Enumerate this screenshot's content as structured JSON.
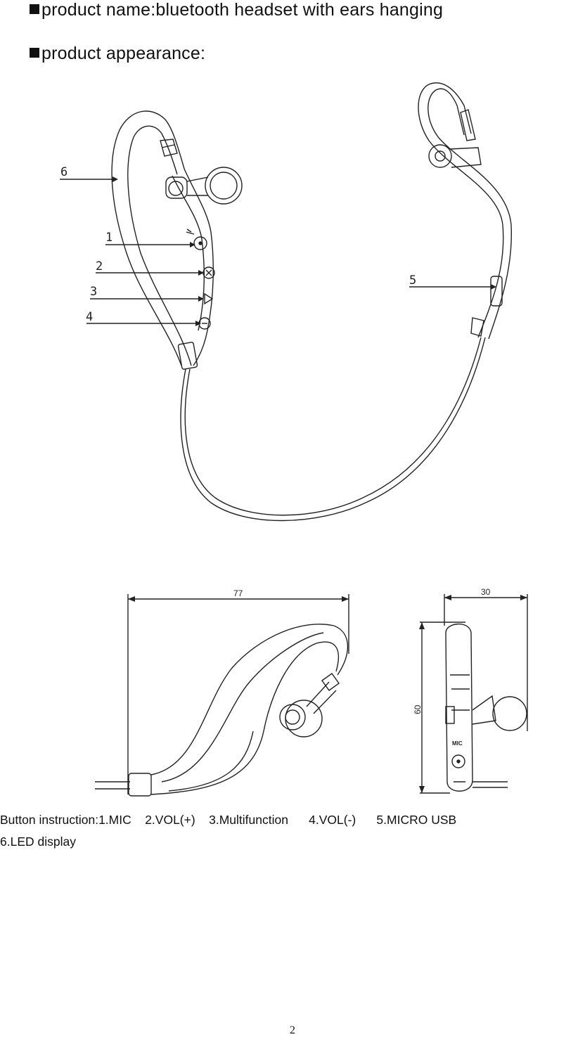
{
  "header": {
    "product_name": "product name:bluetooth headset with ears hanging",
    "product_appearance": "product appearance:"
  },
  "callouts": [
    "1",
    "2",
    "3",
    "4",
    "5",
    "6"
  ],
  "dimensions": {
    "width_top": "77",
    "width_side": "30",
    "height_side": "60"
  },
  "device_marks": {
    "mic": "MIC"
  },
  "caption": {
    "line1": "Button instruction:1.MIC    2.VOL(+)    3.Multifunction      4.VOL(-)      5.MICRO USB",
    "line2": "6.LED display"
  },
  "page_number": "2"
}
